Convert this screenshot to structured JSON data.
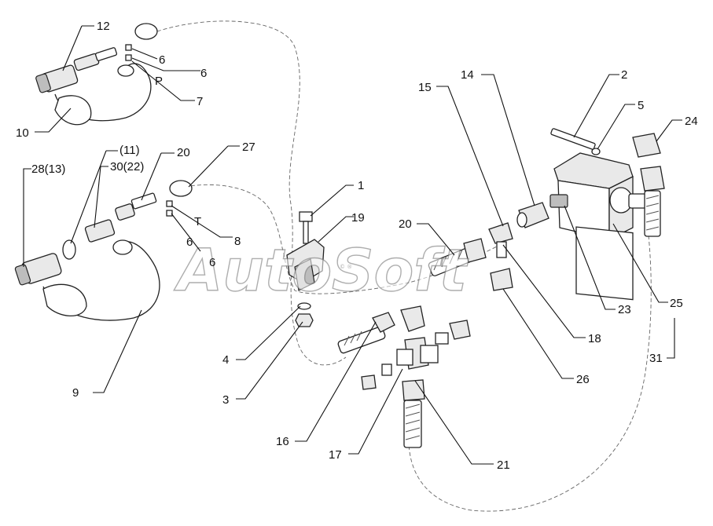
{
  "watermark": {
    "text": "AutoSoft"
  },
  "labels": [
    {
      "id": "12",
      "text": "12"
    },
    {
      "id": "6a",
      "text": "6"
    },
    {
      "id": "6b",
      "text": "6"
    },
    {
      "id": "P",
      "text": "P"
    },
    {
      "id": "7",
      "text": "7"
    },
    {
      "id": "10",
      "text": "10"
    },
    {
      "id": "11",
      "text": "(11)"
    },
    {
      "id": "20a",
      "text": "20"
    },
    {
      "id": "27",
      "text": "27"
    },
    {
      "id": "28",
      "text": "28(13)"
    },
    {
      "id": "30",
      "text": "30(22)"
    },
    {
      "id": "T",
      "text": "T"
    },
    {
      "id": "8",
      "text": "8"
    },
    {
      "id": "6c",
      "text": "6"
    },
    {
      "id": "6d",
      "text": "6"
    },
    {
      "id": "9",
      "text": "9"
    },
    {
      "id": "1",
      "text": "1"
    },
    {
      "id": "19",
      "text": "19"
    },
    {
      "id": "4",
      "text": "4"
    },
    {
      "id": "3",
      "text": "3"
    },
    {
      "id": "16",
      "text": "16"
    },
    {
      "id": "17",
      "text": "17"
    },
    {
      "id": "21",
      "text": "21"
    },
    {
      "id": "20b",
      "text": "20"
    },
    {
      "id": "15",
      "text": "15"
    },
    {
      "id": "14",
      "text": "14"
    },
    {
      "id": "2",
      "text": "2"
    },
    {
      "id": "5",
      "text": "5"
    },
    {
      "id": "24",
      "text": "24"
    },
    {
      "id": "23",
      "text": "23"
    },
    {
      "id": "25",
      "text": "25"
    },
    {
      "id": "31",
      "text": "31"
    },
    {
      "id": "18",
      "text": "18"
    },
    {
      "id": "26",
      "text": "26"
    }
  ]
}
